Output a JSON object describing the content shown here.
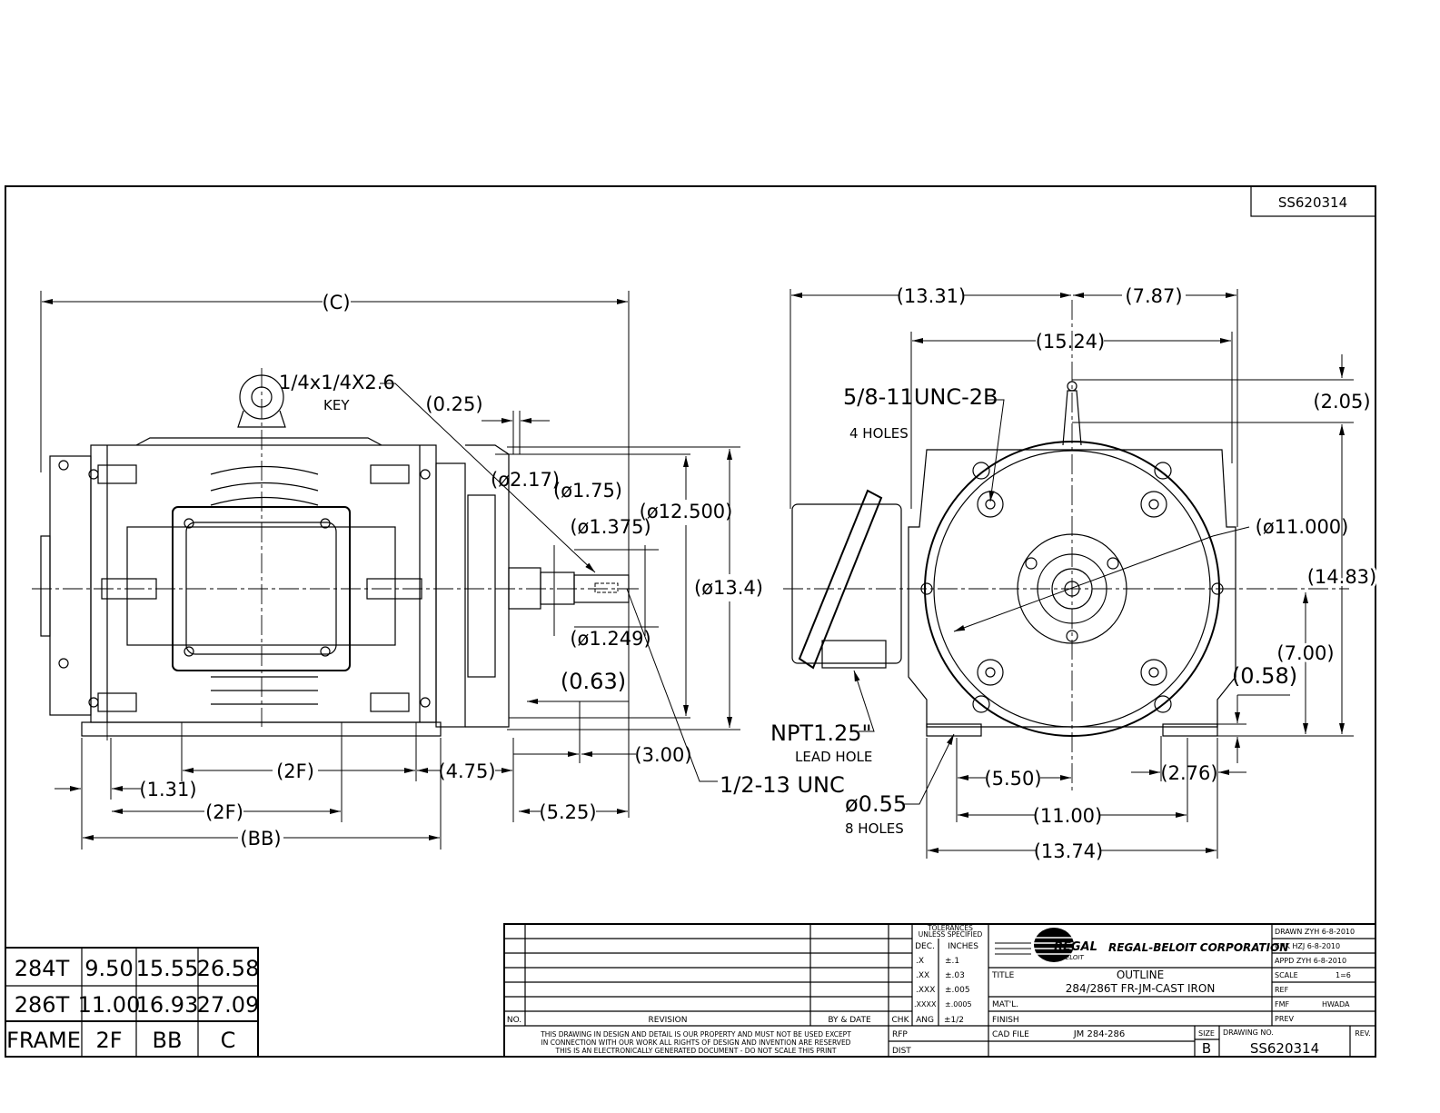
{
  "drawing_id_top": "SS620314",
  "side_view": {
    "dim_c": "(C)",
    "key": "1/4x1/4X2.6",
    "key_label": "KEY",
    "dim_025": "(0.25)",
    "dim_d217": "(ø2.17)",
    "dim_d175": "(ø1.75)",
    "dim_d1375": "(ø1.375)",
    "dim_d12500": "(ø12.500)",
    "dim_d134": "(ø13.4)",
    "dim_d1249": "(ø1.249)",
    "dim_063": "(0.63)",
    "dim_300": "(3.00)",
    "dim_unc": "1/2-13 UNC",
    "dim_2f_a": "(2F)",
    "dim_475": "(4.75)",
    "dim_131": "(1.31)",
    "dim_2f_b": "(2F)",
    "dim_525": "(5.25)",
    "dim_bb": "(BB)"
  },
  "front_view": {
    "dim_1331": "(13.31)",
    "dim_787": "(7.87)",
    "dim_1524": "(15.24)",
    "thread": "5/8-11UNC-2B",
    "thread_holes": "4 HOLES",
    "dim_205": "(2.05)",
    "dim_d11000": "(ø11.000)",
    "dim_1483": "(14.83)",
    "dim_700": "(7.00)",
    "dim_058": "(0.58)",
    "npt": "NPT1.25\"",
    "npt_label": "LEAD HOLE",
    "dim_550": "(5.50)",
    "dim_276": "(2.76)",
    "hole": "ø0.55",
    "hole_count": "8 HOLES",
    "dim_1100": "(11.00)",
    "dim_1374": "(13.74)"
  },
  "frame_table": {
    "rows": [
      [
        "284T",
        "9.50",
        "15.55",
        "26.58"
      ],
      [
        "286T",
        "11.00",
        "16.93",
        "27.09"
      ],
      [
        "FRAME",
        "2F",
        "BB",
        "C"
      ]
    ]
  },
  "title_block": {
    "col_no": "NO.",
    "col_revision": "REVISION",
    "col_by_date": "BY & DATE",
    "col_chk": "CHK",
    "notice_1": "THIS DRAWING IN DESIGN AND DETAIL IS OUR PROPERTY AND MUST NOT BE USED EXCEPT",
    "notice_2": "IN CONNECTION WITH OUR WORK ALL RIGHTS OF DESIGN AND INVENTION ARE RESERVED",
    "notice_3": "THIS IS AN ELECTRONICALLY GENERATED DOCUMENT - DO NOT SCALE THIS PRINT",
    "tol_1": "TOLERANCES",
    "tol_2": "UNLESS SPECIFIED",
    "dec": "DEC.",
    "inches": "INCHES",
    "tol_rows": [
      [
        ".X",
        "±.1"
      ],
      [
        ".XX",
        "±.03"
      ],
      [
        ".XXX",
        "±.005"
      ],
      [
        ".XXXX",
        "±.0005"
      ]
    ],
    "ang": "ANG",
    "ang_val": "±1/2",
    "rfp": "RFP",
    "dist": "DIST",
    "logo_text": "REGAL",
    "logo_sub": "BELOIT",
    "company": "REGAL-BELOIT CORPORATION",
    "title_label": "TITLE",
    "title_1": "OUTLINE",
    "title_2": "284/286T FR-JM-CAST IRON",
    "matl_label": "MAT'L.",
    "finish_label": "FINISH",
    "cad_label": "CAD FILE",
    "cad_file": "JM 284-286",
    "size_label": "SIZE",
    "size_val": "B",
    "drawing_no_label": "DRAWING NO.",
    "drawing_no": "SS620314",
    "rev_label": "REV.",
    "drawn": "DRAWN  ZYH 6-8-2010",
    "chk": "CHK   HZJ 6-8-2010",
    "appd": "APPD   ZYH 6-8-2010",
    "scale_label": "SCALE",
    "scale_val": "1=6",
    "ref": "REF",
    "fmf_label": "FMF",
    "fmf_val": "HWADA",
    "prev": "PREV"
  }
}
